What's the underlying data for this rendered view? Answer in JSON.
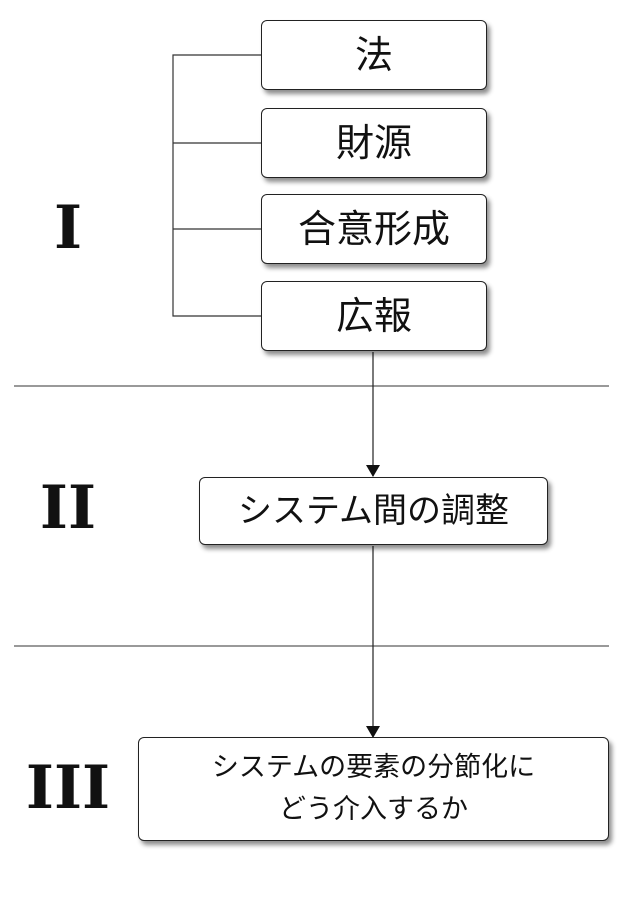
{
  "stages": {
    "one": {
      "label": "I"
    },
    "two": {
      "label": "II"
    },
    "three": {
      "label": "III"
    }
  },
  "stage_one_items": [
    "法",
    "財源",
    "合意形成",
    "広報"
  ],
  "stage_two_box": {
    "text": "システム間の調整"
  },
  "stage_three_box": {
    "line1": "システムの要素の分節化に",
    "line2": "どう介入するか"
  }
}
